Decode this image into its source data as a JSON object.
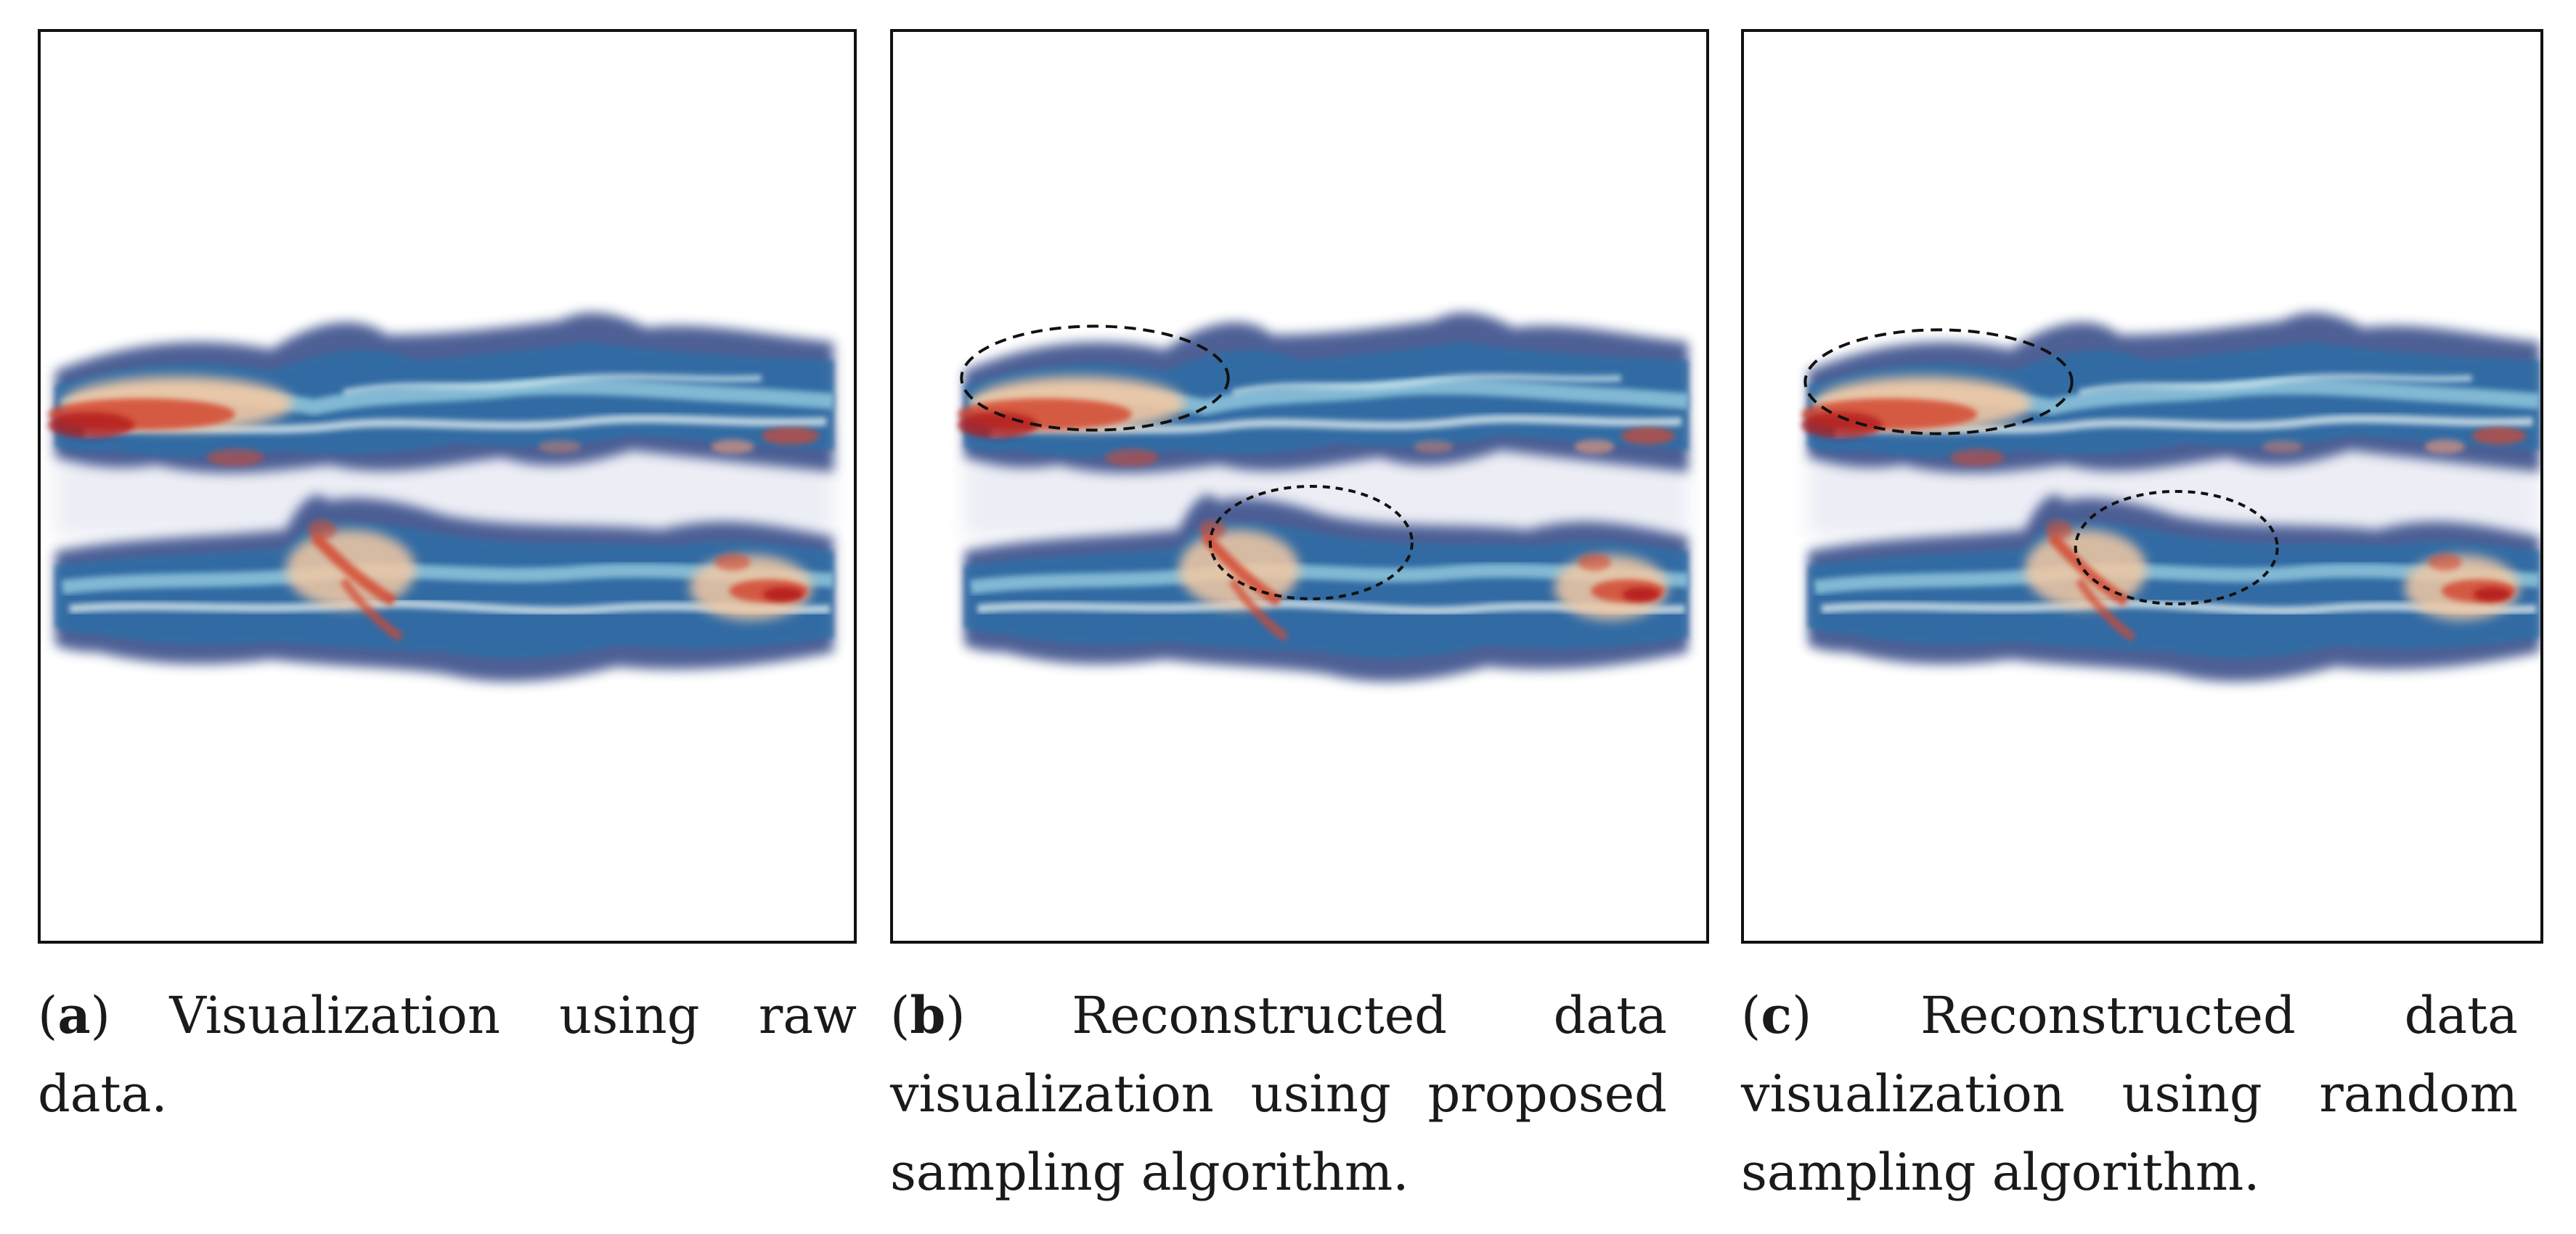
{
  "figure": {
    "panels": [
      {
        "id": "a",
        "label": "a",
        "caption": "Visualization using raw data.",
        "highlight_ellipses": 0
      },
      {
        "id": "b",
        "label": "b",
        "caption": "Reconstructed data visualization using proposed sampling algorithm.",
        "highlight_ellipses": 2
      },
      {
        "id": "c",
        "label": "c",
        "caption": "Reconstructed data visualization using random sampling algorithm.",
        "highlight_ellipses": 2
      }
    ],
    "colormap": [
      "#ffffff",
      "#3b4f8a",
      "#2f6ea6",
      "#8fc6dc",
      "#e6f2f3",
      "#f3c9a4",
      "#d44a30",
      "#b51f1f"
    ]
  }
}
